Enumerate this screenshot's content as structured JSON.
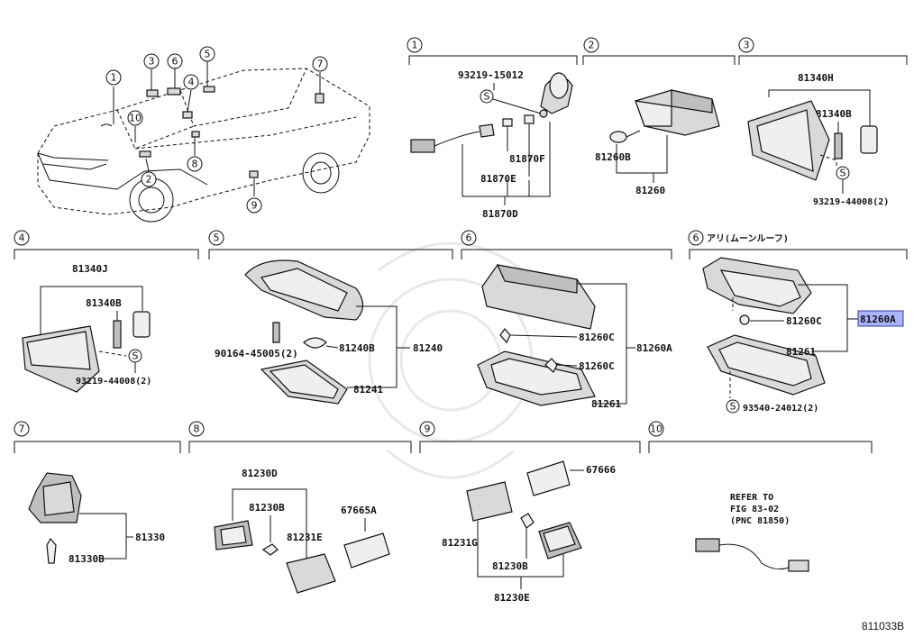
{
  "diagram_code": "811033B",
  "moonroof_note": "アリ(ムーンルーフ)",
  "highlight_color": "#aab4ff",
  "section_numbers": [
    "1",
    "2",
    "3",
    "4",
    "5",
    "6",
    "7",
    "8",
    "9",
    "10"
  ],
  "car_callouts": [
    "1",
    "2",
    "3",
    "4",
    "5",
    "6",
    "7",
    "8",
    "9",
    "10"
  ],
  "s1": {
    "p1": "93219-15012",
    "p2": "81870F",
    "p3": "81870E",
    "p4": "81870D",
    "s": "S"
  },
  "s2": {
    "p1": "81260B",
    "p2": "81260"
  },
  "s3": {
    "p1": "81340H",
    "p2": "81340B",
    "p3": "93219-44008(2)",
    "s": "S"
  },
  "s4": {
    "p1": "81340J",
    "p2": "81340B",
    "p3": "93219-44008(2)",
    "s": "S"
  },
  "s5": {
    "p1": "90164-45005(2)",
    "p2": "81240B",
    "p3": "81240",
    "p4": "81241"
  },
  "s6a": {
    "p1": "81260C",
    "p2": "81260C",
    "p3": "81260A",
    "p4": "81261"
  },
  "s6b": {
    "p1": "81260C",
    "p2": "81260A",
    "p3": "81261",
    "p4": "93540-24012(2)",
    "s": "S"
  },
  "s7": {
    "p1": "81330",
    "p2": "81330B"
  },
  "s8": {
    "p1": "81230D",
    "p2": "81230B",
    "p3": "81231E",
    "p4": "67665A"
  },
  "s9": {
    "p1": "67666",
    "p2": "81231G",
    "p3": "81230B",
    "p4": "81230E"
  },
  "s10": {
    "l1": "REFER TO",
    "l2": "FIG 83-02",
    "l3": "(PNC 81850)"
  }
}
